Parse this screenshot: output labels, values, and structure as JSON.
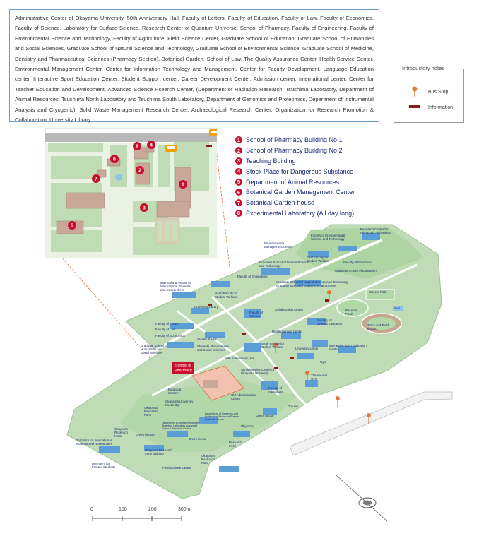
{
  "facilities_text": "Administrative Center of Okayama University, 50th Anniversary Hall, Faculty of Letters, Faculty of Education, Faculty of Law, Faculty of Economics, Faculty of Science, Laboratory for Surface Science, Research Center of Quantum Universe, School of Pharmacy, Faculty of Engineering, Faculty of Environmental Science and Technology, Faculty of Agriculture, Field Science Center, Graduate School of Education, Graduate School of Humanities and Social Sciences, Graduate School of Natural Science and Technology, Graduate School of Environmental Science, Graduate School of Medicine, Dentistry and Pharmaceutical Sciences (Pharmacy Section), Botanical Garden, School of Law, The Quality Assurance Center, Health Service Center, Environmental Management Center, Center for Information Technology and Management, Center for Faculty Development, Language Education center, Interactive Sport Education Center, Student Support center, Career Development Center, Admission center, International center, Center for Teacher Education and Development, Advanced Science Rsearch Center, (Department of Radiation Research, Tsushima Laboratory, Department of Animal Resources, Tsushima North Laboratory and Tsushima South Laboratory, Department of Genomics and Proteomics, Department of Instrumental Analysis and Cryogenic), Solid Waste Management Research Center, Archaeological Research Center, Organization for Research Promotion & Collaboration, University Library",
  "legend": {
    "title": "Introductory notes",
    "bus_stop": "Bus Stop",
    "information": "Information",
    "colors": {
      "bus_stop": "#e07a3a",
      "information": "#8b1a1a"
    }
  },
  "buildings": [
    {
      "num": "1",
      "name": "School of Pharmacy Building No.1"
    },
    {
      "num": "2",
      "name": "School of Pharmacy Building No.2"
    },
    {
      "num": "3",
      "name": "Teaching Building"
    },
    {
      "num": "4",
      "name": "Stock Place for Dangerous Substance"
    },
    {
      "num": "5",
      "name": "Department  of Animal Resources"
    },
    {
      "num": "6",
      "name": "Botanical Garden Management Center"
    },
    {
      "num": "7",
      "name": "Botanical Garden-house"
    },
    {
      "num": "8",
      "name": "Experimental Laboratory (All day long)"
    }
  ],
  "map_labels": {
    "research_center_advanced_tech": "Research Center for\nAdvanced Technology",
    "faculty_env_science": "Faculty of Environmental\nScience and Technology",
    "env_mgmt_center": "Environmental\nManagement Center",
    "east_faculty_student_welfare": "East Faculty for\nStudent Welfare",
    "grad_natural_science": "Graduate School of Natural Science\nand Technology",
    "faculty_education": "Faculty of Education",
    "grad_education": "Graduate School of Education",
    "faculty_engineering": "Faculty of Engineering",
    "intl_house": "International House for\nInternational Students\nand Researchers",
    "north_faculty_welfare": "North Faculty for\nStudent Welfare",
    "grad_natural_env": "Graduate School of Natural Science and Technology\nGraduate School of Environmental Science",
    "soccer_field": "Soccer Field",
    "pool": "Pool",
    "university_library": "University Library",
    "faculty_science": "Faculty of\nScience",
    "collaboration_center": "Collaboration Center",
    "baseball_field": "Baseball\nField",
    "faculty_letters": "Faculty of Letters",
    "faculty_law": "Faculty of Law",
    "faculty_economics": "Faculty of Economics",
    "health_service_center": "Health Service Center",
    "building_general_education": "Building for\nGeneral Education",
    "track_field": "Track and Field\nground",
    "school_of_law": "School of Law",
    "grad_humanities": "Graduate School of\nHumanities and\nSocial Sciences",
    "students_humanities": "Students of Humanities\nand Social Sciences",
    "south_faculty_welfare": "South Faculty for\nStudent Welfare",
    "university_union": "University Union",
    "interactive_sport": "Interactive Sport Education\nCenter",
    "anniversary_hall": "50th Anniversary Hall",
    "gym": "Gym",
    "school_of_pharmacy": "School of\nPharmacy",
    "admin_center": "Administrative Center of\nOkayama University",
    "the_second_gym": "The second\nGym",
    "botanical_garden": "Botanical\nGarden",
    "faculty_agriculture": "Faculty of\nAgriculture",
    "okayama_univ_footbridge": "Okayama University\nFootbridge",
    "old_admin_center": "Old Administrative\nCenter",
    "ground": "Ground",
    "okayama_research_farm1": "Okayama\nResearch\nFarm",
    "dept_animal_resources": "Department of Animal Resources\nTsushima Laboratory Advanced\nScience Research Center",
    "dept_genomics": "Department of Genomics and\nProteomics Advanced Science\nResearch Center",
    "green_house1": "Green house",
    "okayama_research_farm2": "Okayama\nResearch\nFarm",
    "green_houses": "Green houses",
    "phytotron": "Phytotron",
    "dormitory_intl": "Dormitory for International\nStudents and Researchers",
    "okayama_research_farm_building": "Okayama Research\nFarm building",
    "green_house2": "Green house",
    "research_field": "Research\nField",
    "dormitory_female": "Dormitory for\nFemale Students",
    "okayama_research_farm3": "Okayama\nResearch\nFarm",
    "field_science_center": "Field Science Center"
  },
  "scale": {
    "ticks": [
      "0",
      "100",
      "200",
      "300m"
    ]
  },
  "colors": {
    "ground": "#bfdcb6",
    "ground_dark": "#a8cf9f",
    "building_blue": "#5b9ed6",
    "building_tan": "#c9a89a",
    "road": "#ffffff",
    "accent_red": "#c8102e",
    "text_blue": "#1d2a6e"
  }
}
